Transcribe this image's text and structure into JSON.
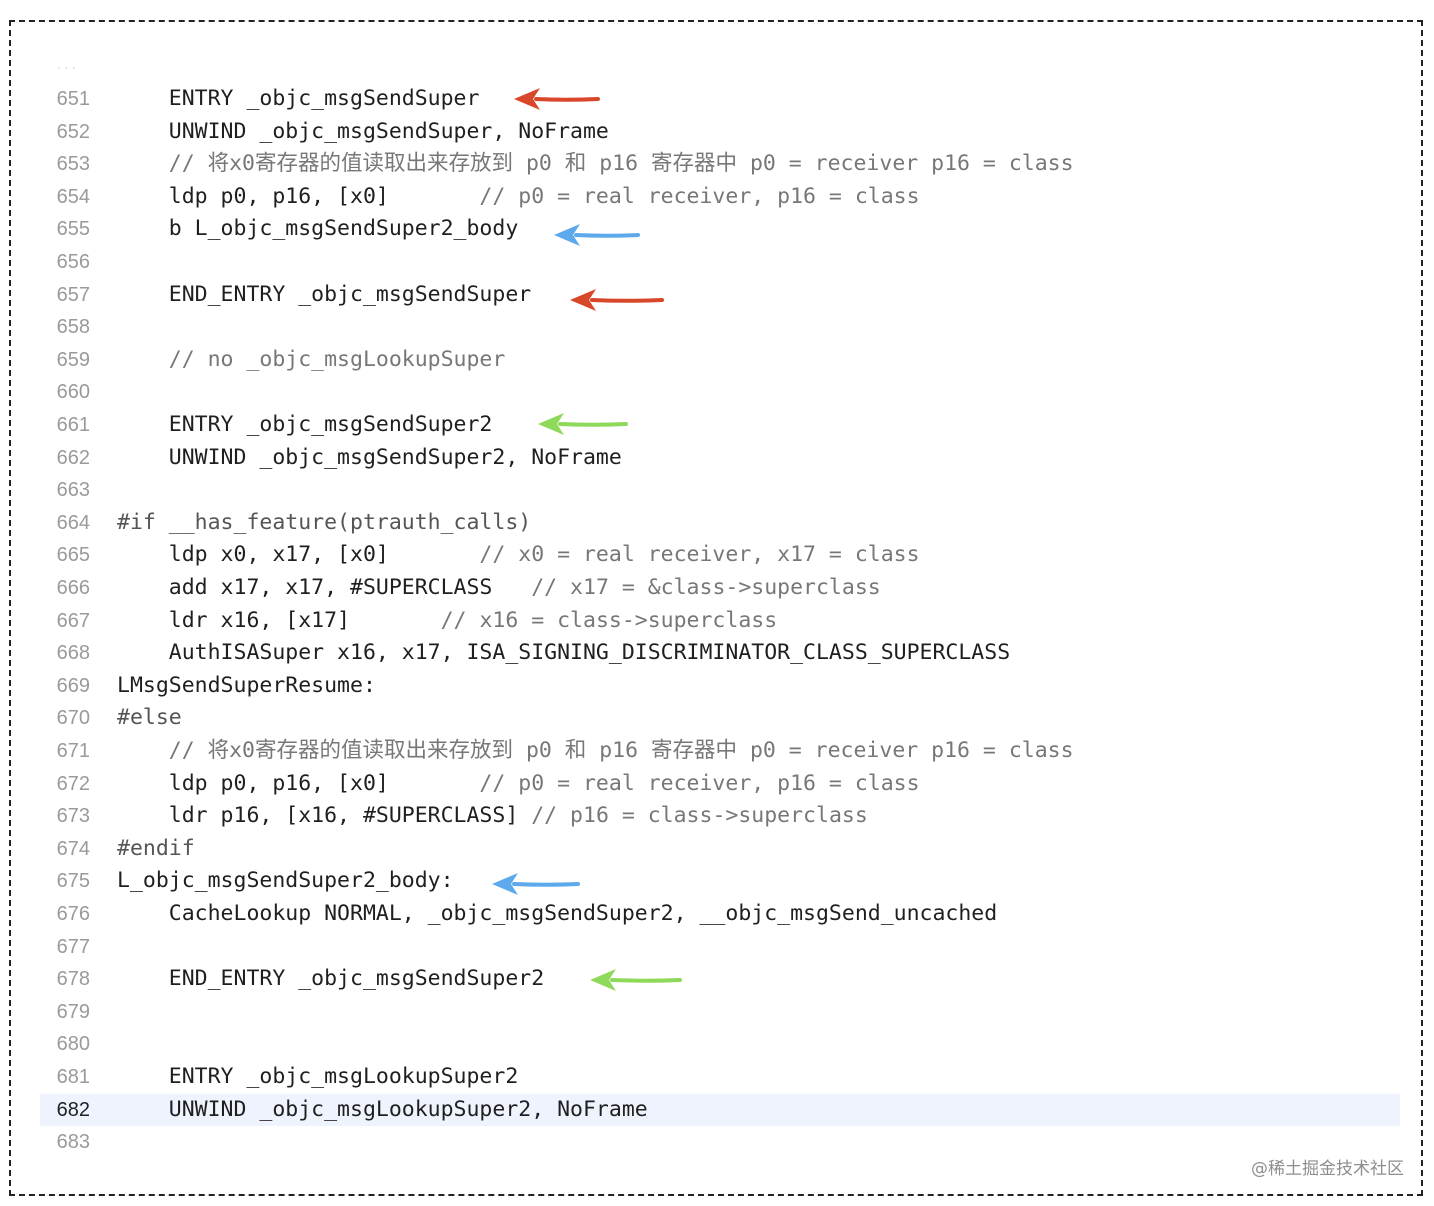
{
  "editor": {
    "lines": [
      {
        "n": "651",
        "code": "    ENTRY _objc_msgSendSuper",
        "kind": "code"
      },
      {
        "n": "652",
        "code": "    UNWIND _objc_msgSendSuper, NoFrame",
        "kind": "code"
      },
      {
        "n": "653",
        "code": "    // 将x0寄存器的值读取出来存放到 p0 和 p16 寄存器中 p0 = receiver p16 = class",
        "kind": "comment"
      },
      {
        "n": "654",
        "code": "    ldp p0, p16, [x0]",
        "comment": "       // p0 = real receiver, p16 = class",
        "kind": "mixed"
      },
      {
        "n": "655",
        "code": "    b L_objc_msgSendSuper2_body",
        "kind": "code"
      },
      {
        "n": "656",
        "code": "",
        "kind": "code"
      },
      {
        "n": "657",
        "code": "    END_ENTRY _objc_msgSendSuper",
        "kind": "code"
      },
      {
        "n": "658",
        "code": "",
        "kind": "code"
      },
      {
        "n": "659",
        "code": "    // no _objc_msgLookupSuper",
        "kind": "comment"
      },
      {
        "n": "660",
        "code": "",
        "kind": "code"
      },
      {
        "n": "661",
        "code": "    ENTRY _objc_msgSendSuper2",
        "kind": "code"
      },
      {
        "n": "662",
        "code": "    UNWIND _objc_msgSendSuper2, NoFrame",
        "kind": "code"
      },
      {
        "n": "663",
        "code": "",
        "kind": "code"
      },
      {
        "n": "664",
        "code": "#if __has_feature(ptrauth_calls)",
        "kind": "preproc"
      },
      {
        "n": "665",
        "code": "    ldp x0, x17, [x0]",
        "comment": "       // x0 = real receiver, x17 = class",
        "kind": "mixed"
      },
      {
        "n": "666",
        "code": "    add x17, x17, #SUPERCLASS",
        "comment": "   // x17 = &class->superclass",
        "kind": "mixed"
      },
      {
        "n": "667",
        "code": "    ldr x16, [x17]",
        "comment": "       // x16 = class->superclass",
        "kind": "mixed"
      },
      {
        "n": "668",
        "code": "    AuthISASuper x16, x17, ISA_SIGNING_DISCRIMINATOR_CLASS_SUPERCLASS",
        "kind": "code"
      },
      {
        "n": "669",
        "code": "LMsgSendSuperResume:",
        "kind": "code"
      },
      {
        "n": "670",
        "code": "#else",
        "kind": "preproc"
      },
      {
        "n": "671",
        "code": "    // 将x0寄存器的值读取出来存放到 p0 和 p16 寄存器中 p0 = receiver p16 = class",
        "kind": "comment"
      },
      {
        "n": "672",
        "code": "    ldp p0, p16, [x0]",
        "comment": "       // p0 = real receiver, p16 = class",
        "kind": "mixed"
      },
      {
        "n": "673",
        "code": "    ldr p16, [x16, #SUPERCLASS]",
        "comment": " // p16 = class->superclass",
        "kind": "mixed"
      },
      {
        "n": "674",
        "code": "#endif",
        "kind": "preproc"
      },
      {
        "n": "675",
        "code": "L_objc_msgSendSuper2_body:",
        "kind": "code"
      },
      {
        "n": "676",
        "code": "    CacheLookup NORMAL, _objc_msgSendSuper2, __objc_msgSend_uncached",
        "kind": "code"
      },
      {
        "n": "677",
        "code": "",
        "kind": "code"
      },
      {
        "n": "678",
        "code": "    END_ENTRY _objc_msgSendSuper2",
        "kind": "code"
      },
      {
        "n": "679",
        "code": "",
        "kind": "code"
      },
      {
        "n": "680",
        "code": "",
        "kind": "code"
      },
      {
        "n": "681",
        "code": "    ENTRY _objc_msgLookupSuper2",
        "kind": "code"
      },
      {
        "n": "682",
        "code": "    UNWIND _objc_msgLookupSuper2, NoFrame",
        "kind": "code",
        "current": true
      },
      {
        "n": "683",
        "code": "",
        "kind": "code"
      }
    ],
    "arrow_colors": {
      "red": "#d9472b",
      "blue": "#5ea9ec",
      "green": "#8fd95a"
    },
    "current_line_color": "#eef3fd"
  },
  "watermark": "@稀土掘金技术社区"
}
